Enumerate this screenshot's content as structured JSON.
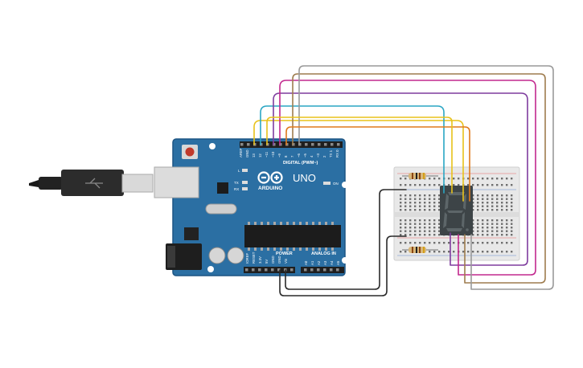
{
  "arduino": {
    "logo_text": "ARDUINO",
    "model": "UNO",
    "digital_header": "DIGITAL (PWM~)",
    "power_label": "POWER",
    "analog_label": "ANALOG IN",
    "on_label": "ON",
    "l_label": "L",
    "tx_label": "TX",
    "rx_label": "RX",
    "digital_pins": [
      "AREF",
      "GND",
      "13",
      "12",
      "~11",
      "~10",
      "~9",
      "8",
      "7",
      "~6",
      "~5",
      "4",
      "~3",
      "2",
      "TX 1",
      "RX 0"
    ],
    "power_pins": [
      "IOREF",
      "RESET",
      "3.3V",
      "5V",
      "GND",
      "GND",
      "Vin"
    ],
    "analog_pins": [
      "A0",
      "A1",
      "A2",
      "A3",
      "A4",
      "A5"
    ]
  },
  "colors": {
    "board": "#2b6fa3",
    "board_edge": "#1d5583",
    "breadboard": "#e8e8e8",
    "display": "#3d4447",
    "wire_black": "#2a2a2a"
  },
  "wires": [
    {
      "name": "wire-yellow-left",
      "color": "#e8c21a"
    },
    {
      "name": "wire-cyan",
      "color": "#2aa6c4"
    },
    {
      "name": "wire-purple",
      "color": "#7e3c9e"
    },
    {
      "name": "wire-magenta",
      "color": "#c2288e"
    },
    {
      "name": "wire-brown",
      "color": "#9e7c4e"
    },
    {
      "name": "wire-gray",
      "color": "#999999"
    },
    {
      "name": "wire-orange",
      "color": "#e07a1c"
    },
    {
      "name": "wire-yellow-right",
      "color": "#e8c21a"
    }
  ]
}
